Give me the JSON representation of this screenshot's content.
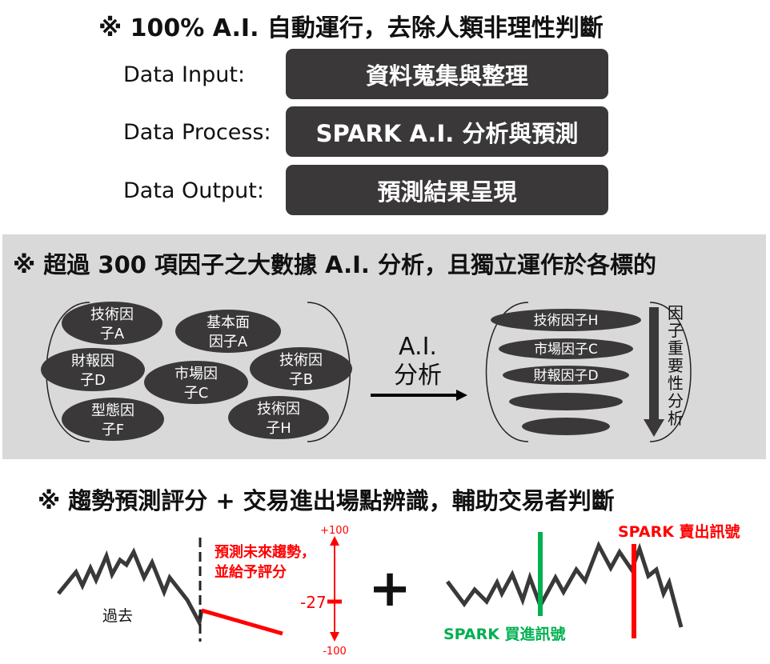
{
  "section1": {
    "title": "※ 100% A.I. 自動運行，去除人類非理性判斷",
    "rows": [
      {
        "label": "Data Input:",
        "box": "資料蒐集與整理"
      },
      {
        "label": "Data Process:",
        "box": "SPARK A.I. 分析與預測"
      },
      {
        "label": "Data Output:",
        "box": "預測結果呈現"
      }
    ]
  },
  "section2": {
    "title": "※ 超過 300 項因子之大數據 A.I. 分析，且獨立運作於各標的",
    "left_factors": [
      {
        "line1": "技術因",
        "line2": "子A"
      },
      {
        "line1": "基本面",
        "line2": "因子A"
      },
      {
        "line1": "財報因",
        "line2": "子D"
      },
      {
        "line1": "市場因",
        "line2": "子C"
      },
      {
        "line1": "技術因",
        "line2": "子B"
      },
      {
        "line1": "型態因",
        "line2": "子F"
      },
      {
        "line1": "技術因",
        "line2": "子H"
      }
    ],
    "arrow_label_line1": "A.I.",
    "arrow_label_line2": "分析",
    "ranked_factors": [
      "技術因子H",
      "市場因子C",
      "財報因子D",
      "",
      ""
    ],
    "importance_label": [
      "因",
      "子",
      "重",
      "要",
      "性",
      "分",
      "析"
    ]
  },
  "section3": {
    "title": "※ 趨勢預測評分 + 交易進出場點辨識，輔助交易者判斷",
    "past_label": "過去",
    "forecast_label_line1": "預測未來趨勢，",
    "forecast_label_line2": "並給予評分",
    "scale_max": "+100",
    "scale_min": "-100",
    "score": "-27",
    "plus": "+",
    "sell_label": "SPARK 賣出訊號",
    "buy_label": "SPARK 買進訊號"
  },
  "colors": {
    "dark_box": "#3a3838",
    "panel": "#d9d9d9",
    "red": "#ff0000",
    "green": "#00b050"
  }
}
